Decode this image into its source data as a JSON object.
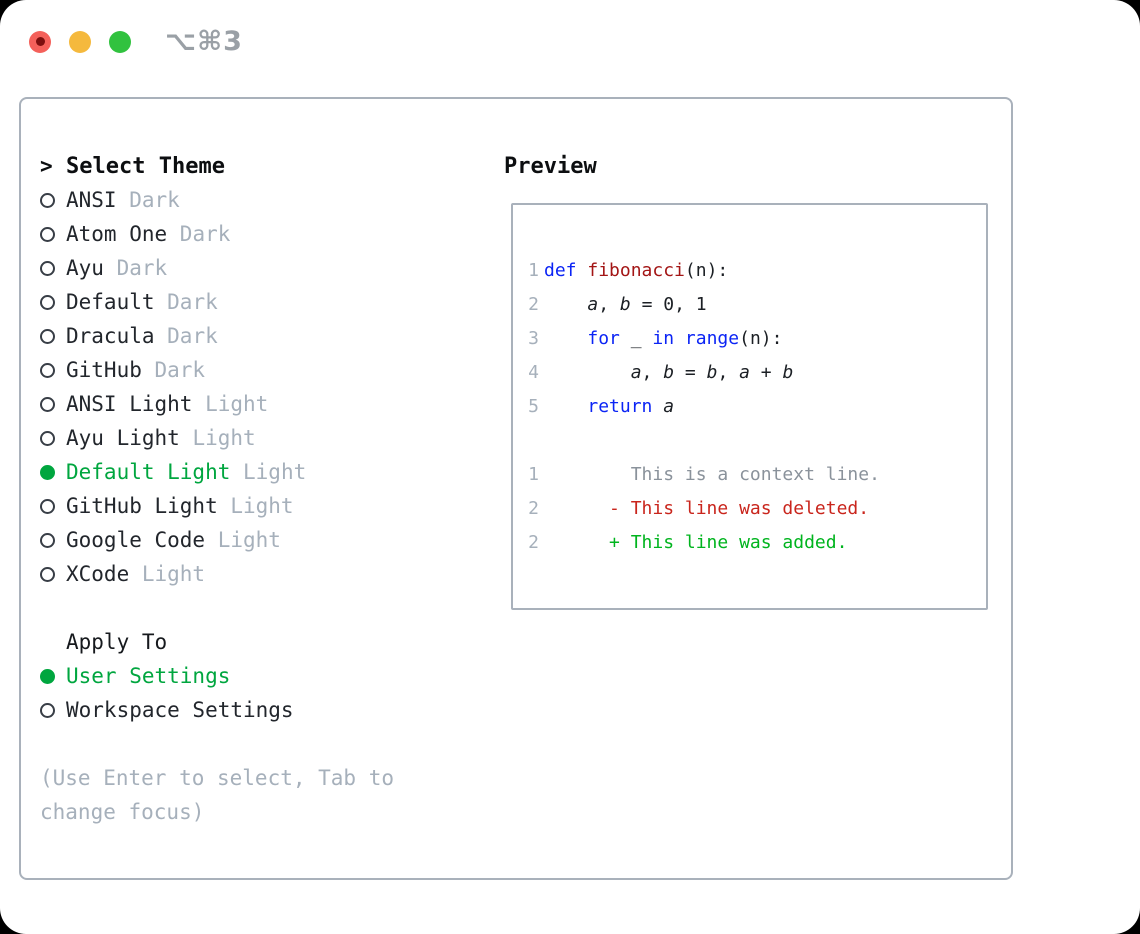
{
  "titlebar": {
    "shortcut": "⌥⌘3",
    "buttons": [
      "close",
      "minimize",
      "zoom"
    ]
  },
  "theme_selector": {
    "prompt": ">",
    "title": "Select Theme",
    "items": [
      {
        "label": "ANSI",
        "tag": "Dark",
        "selected": false
      },
      {
        "label": "Atom One",
        "tag": "Dark",
        "selected": false
      },
      {
        "label": "Ayu",
        "tag": "Dark",
        "selected": false
      },
      {
        "label": "Default",
        "tag": "Dark",
        "selected": false
      },
      {
        "label": "Dracula",
        "tag": "Dark",
        "selected": false
      },
      {
        "label": "GitHub",
        "tag": "Dark",
        "selected": false
      },
      {
        "label": "ANSI Light",
        "tag": "Light",
        "selected": false
      },
      {
        "label": "Ayu Light",
        "tag": "Light",
        "selected": false
      },
      {
        "label": "Default Light",
        "tag": "Light",
        "selected": true
      },
      {
        "label": "GitHub Light",
        "tag": "Light",
        "selected": false
      },
      {
        "label": "Google Code",
        "tag": "Light",
        "selected": false
      },
      {
        "label": "XCode",
        "tag": "Light",
        "selected": false
      }
    ]
  },
  "apply_to": {
    "title": "Apply To",
    "items": [
      {
        "label": "User Settings",
        "selected": true
      },
      {
        "label": "Workspace Settings",
        "selected": false
      }
    ]
  },
  "hint": {
    "line1": "(Use Enter to select, Tab to",
    "line2": "change focus)"
  },
  "preview": {
    "title": "Preview",
    "lines": [
      {
        "num": "1",
        "segs": [
          [
            "k",
            "def"
          ],
          [
            "p",
            " "
          ],
          [
            "f",
            "fibonacci"
          ],
          [
            "p",
            "(n):"
          ]
        ]
      },
      {
        "num": "2",
        "segs": [
          [
            "p",
            "    "
          ],
          [
            "v",
            "a"
          ],
          [
            "p",
            ", "
          ],
          [
            "v",
            "b"
          ],
          [
            "p",
            " = 0, 1"
          ]
        ]
      },
      {
        "num": "3",
        "segs": [
          [
            "p",
            "    "
          ],
          [
            "k",
            "for"
          ],
          [
            "p",
            " _ "
          ],
          [
            "k",
            "in"
          ],
          [
            "p",
            " "
          ],
          [
            "k",
            "range"
          ],
          [
            "p",
            "(n):"
          ]
        ]
      },
      {
        "num": "4",
        "segs": [
          [
            "p",
            "        "
          ],
          [
            "v",
            "a"
          ],
          [
            "p",
            ", "
          ],
          [
            "v",
            "b"
          ],
          [
            "p",
            " = "
          ],
          [
            "v",
            "b"
          ],
          [
            "p",
            ", "
          ],
          [
            "v",
            "a"
          ],
          [
            "p",
            " + "
          ],
          [
            "v",
            "b"
          ]
        ]
      },
      {
        "num": "5",
        "segs": [
          [
            "p",
            "    "
          ],
          [
            "k",
            "return"
          ],
          [
            "p",
            " "
          ],
          [
            "v",
            "a"
          ]
        ]
      },
      {
        "num": "",
        "segs": []
      },
      {
        "num": "1",
        "segs": [
          [
            "ctx",
            "        This is a context line."
          ]
        ]
      },
      {
        "num": "2",
        "segs": [
          [
            "del",
            "      - This line was deleted."
          ]
        ]
      },
      {
        "num": "2",
        "segs": [
          [
            "add",
            "      + This line was added."
          ]
        ]
      }
    ]
  },
  "colors": {
    "accent_green": "#00a63f",
    "added_green": "#00b41e",
    "deleted_red": "#c9251c",
    "keyword_blue": "#0b24f5",
    "function_red": "#a31515",
    "muted_gray": "#a6b0bb",
    "context_gray": "#8a929b",
    "text_dark": "#22262c",
    "border_gray": "#a9b1bb",
    "traffic_red": "#f4605a",
    "traffic_red_dot": "#7c0e0e",
    "traffic_yellow": "#f5b93d",
    "traffic_green": "#31c23f",
    "title_gray": "#9aa0a6"
  }
}
